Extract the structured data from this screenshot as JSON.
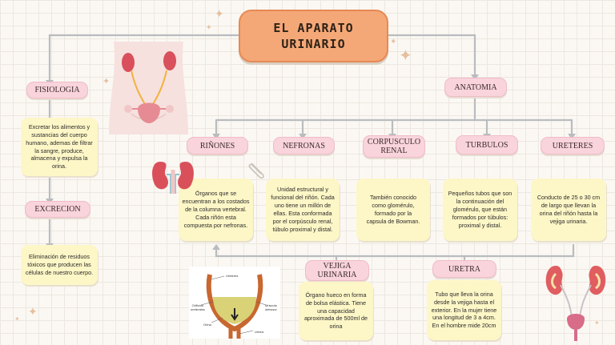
{
  "title": "EL APARATO\nURINARIO",
  "left": {
    "fisiologia": {
      "label": "FISIOLOGIA",
      "text": "Excretar los alimentos y sustancias del cuerpo humano, ademas de filtrar la sangre, produce, almacena y expulsa la orina."
    },
    "excrecion": {
      "label": "EXCRECION",
      "text": "Eliminación de residuos tóxicos que producen las células de nuestro cuerpo."
    }
  },
  "anatomia": {
    "label": "ANATOMIA",
    "items": [
      {
        "label": "RIÑONES",
        "text": "Órganos que se encuentran a los costados de la columna vertebral. Cada riñón esta compuesta por nefronas."
      },
      {
        "label": "NEFRONAS",
        "text": "Unidad estructural y funcional del riñón. Cada uno tiene un millón de ellas. Esta conformada por el corpúsculo renal, túbulo proximal y distal."
      },
      {
        "label": "CORPUSCULO\nRENAL",
        "text": "También conocido como glomérulo, formado por la capsula de Bowman."
      },
      {
        "label": "TURBULOS",
        "text": "Pequeños tubos que son la continuación del glomérulo, que están formados por túbulos: proximal y distal."
      },
      {
        "label": "URETERES",
        "text": "Conducto de 25 o 30 cm de largo que llevan la orina del riñón hasta la vejiga urinaria."
      }
    ],
    "vejiga": {
      "label": "VEJIGA\nURINARIA",
      "text": "Órgano hueco en forma de bolsa elástica. Tiene una capacidad aproximada de 500ml de orina"
    },
    "uretra": {
      "label": "URETRA",
      "text": "Tubo que lleva la orina desde la vejiga hasta el exterior. En la mujer tiene una longitud de 3 a 4cm. En el hombre mide 20cm"
    }
  },
  "bladder_labels": {
    "ureters": "Uréteres",
    "orifices": "Orificios\nureterales",
    "urine": "Orina",
    "muscle": "Músculo\ndetrusor",
    "urethra": "Uretra"
  },
  "colors": {
    "title_bg": "#f5a877",
    "pill_bg": "#f9d4dc",
    "note_bg": "#fdf6c6",
    "connector": "#b9bcbf"
  }
}
